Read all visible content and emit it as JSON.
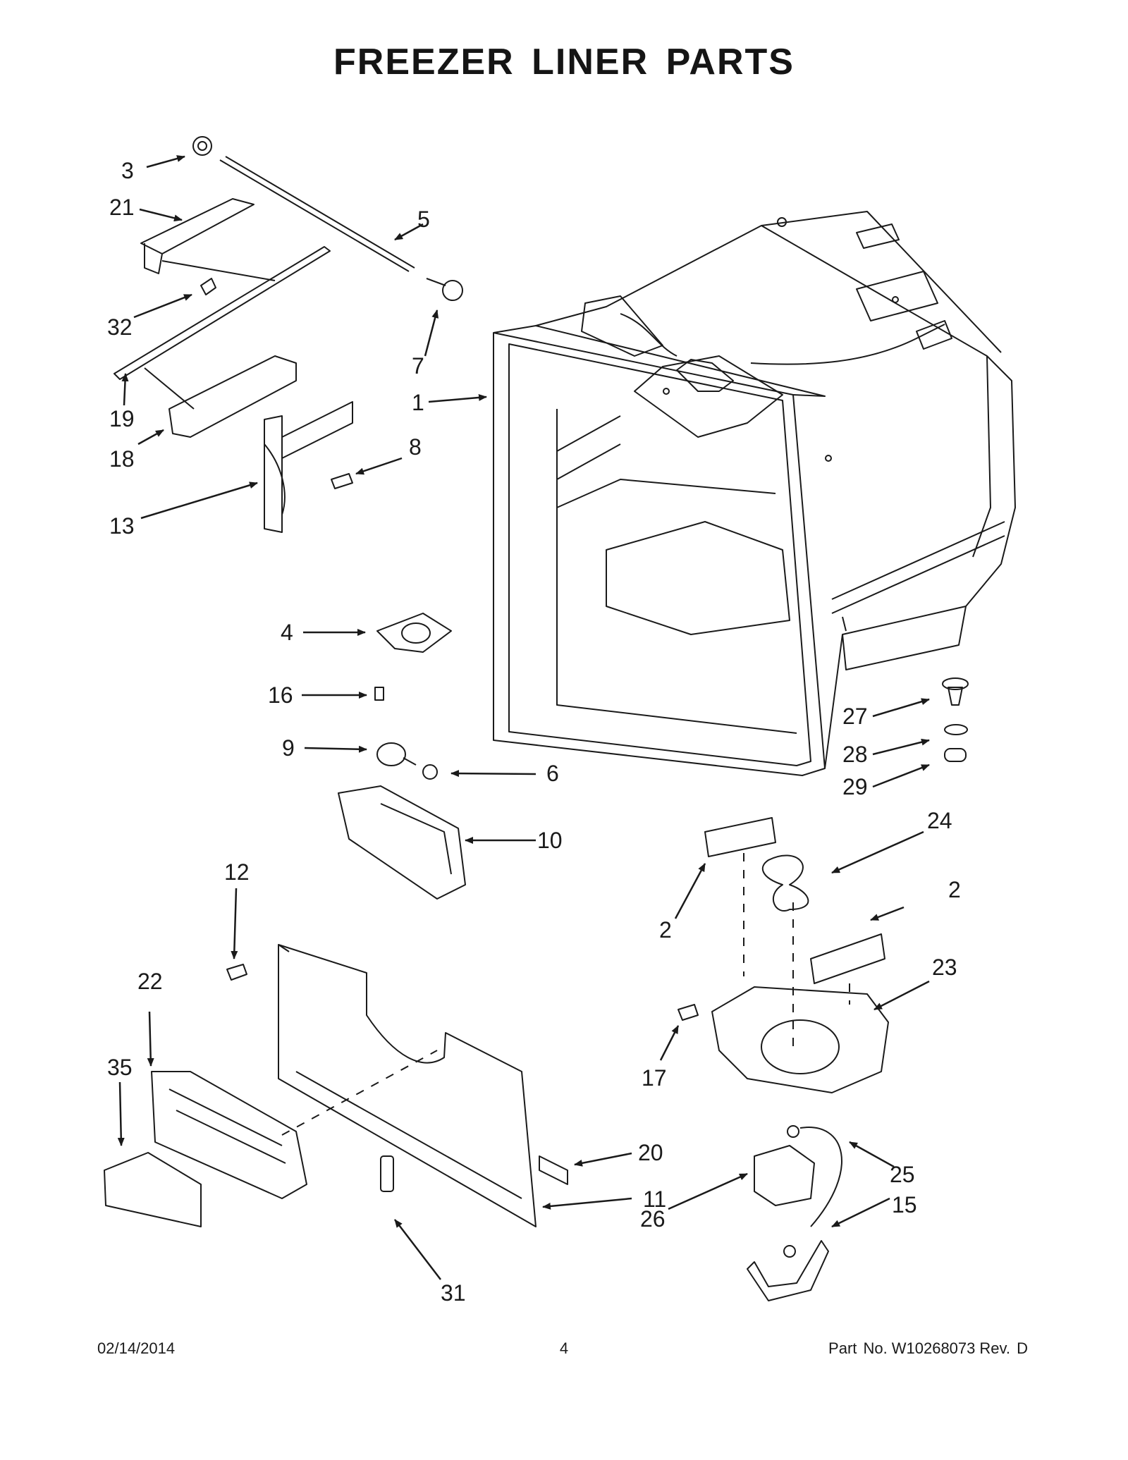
{
  "title": "FREEZER LINER PARTS",
  "callouts": [
    "3",
    "21",
    "5",
    "32",
    "7",
    "19",
    "1",
    "18",
    "8",
    "13",
    "4",
    "16",
    "27",
    "9",
    "28",
    "6",
    "29",
    "10",
    "24",
    "12",
    "2",
    "2",
    "23",
    "22",
    "35",
    "17",
    "20",
    "25",
    "11",
    "26",
    "15",
    "31"
  ],
  "footer": {
    "date": "02/14/2014",
    "page": "4",
    "part_label": "Part No.",
    "part_number": "W10268073",
    "rev": "Rev.  D"
  },
  "colors": {
    "ink": "#1a1a1a",
    "background": "#ffffff"
  }
}
